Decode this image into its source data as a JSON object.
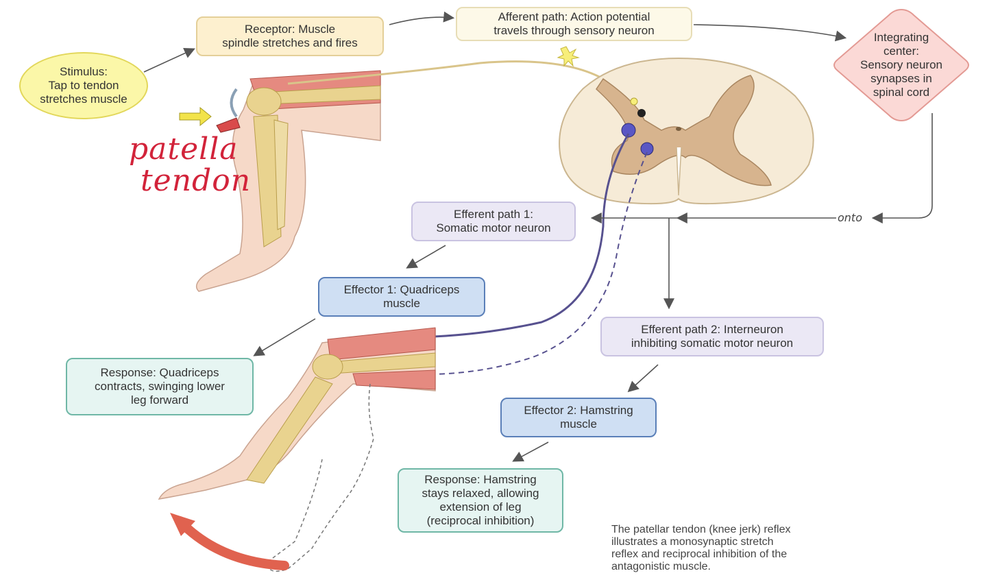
{
  "stimulus": {
    "lines": [
      "Stimulus:",
      "Tap to tendon",
      "stretches muscle"
    ]
  },
  "receptor": {
    "lines": [
      "Receptor: Muscle",
      "spindle stretches and fires"
    ]
  },
  "afferent": {
    "lines": [
      "Afferent path: Action potential",
      "travels through sensory neuron"
    ]
  },
  "integrating": {
    "lines": [
      "Integrating",
      "center:",
      "Sensory neuron",
      "synapses in",
      "spinal cord"
    ]
  },
  "efferent1": {
    "lines": [
      "Efferent path 1:",
      "Somatic motor neuron"
    ]
  },
  "effector1": {
    "lines": [
      "Effector 1: Quadriceps",
      "muscle"
    ]
  },
  "response1": {
    "lines": [
      "Response: Quadriceps",
      "contracts, swinging lower",
      "leg forward"
    ]
  },
  "efferent2": {
    "lines": [
      "Efferent path 2: Interneuron",
      "inhibiting somatic motor neuron"
    ]
  },
  "effector2": {
    "lines": [
      "Effector 2: Hamstring",
      "muscle"
    ]
  },
  "response2": {
    "lines": [
      "Response: Hamstring",
      "stays relaxed, allowing",
      "extension of leg",
      "(reciprocal inhibition)"
    ]
  },
  "handwritten": {
    "line1": "patella",
    "line2": "tendon"
  },
  "onto_label": "onto",
  "caption": {
    "lines": [
      "The patellar tendon (knee jerk) reflex",
      "illustrates a monosynaptic stretch",
      "reflex and reciprocal inhibition of the",
      "antagonistic muscle."
    ]
  },
  "colors": {
    "muscle": "#e58a80",
    "bone": "#e9d38f",
    "skin": "#f6d9c8",
    "nerve": "#57518f",
    "motion_arrow": "#e0624f",
    "gray_matter": "#d7b48e"
  }
}
